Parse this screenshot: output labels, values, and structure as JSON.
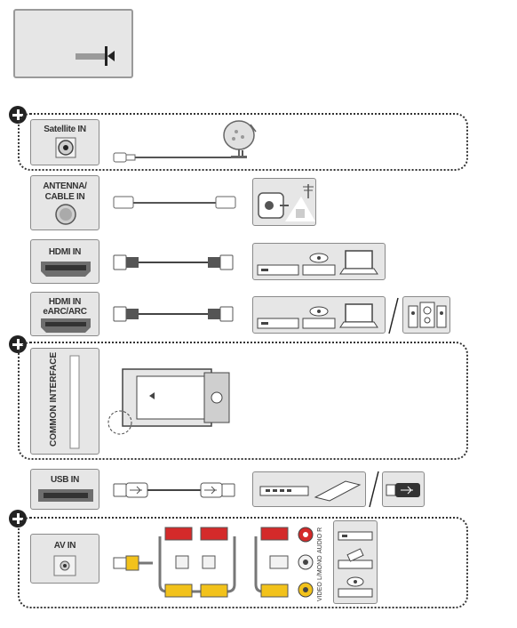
{
  "ports": {
    "satellite": "Satellite IN",
    "antenna_line1": "ANTENNA/",
    "antenna_line2": "CABLE IN",
    "hdmi": "HDMI IN",
    "hdmi_earc_line1": "HDMI IN",
    "hdmi_earc_line2": "eARC/ARC",
    "common_interface": "COMMON INTERFACE",
    "usb": "USB IN",
    "av": "AV IN"
  },
  "av_jacks": {
    "audio_r": "AUDIO R",
    "l_mono": "L/MONO",
    "video": "VIDEO"
  },
  "colors": {
    "red": "#d42a2a",
    "white": "#f2f2f2",
    "yellow": "#f2c21b",
    "box_fill": "#e6e6e6",
    "border": "#8a8a8a"
  }
}
